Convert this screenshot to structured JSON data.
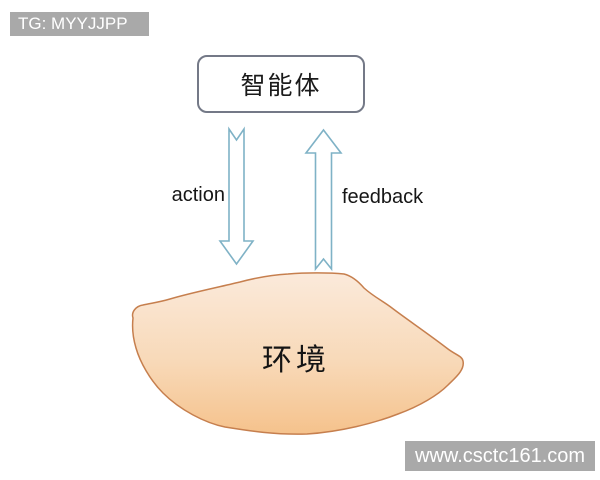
{
  "watermarks": {
    "telegram_badge": "TG: MYYJJPP",
    "site_badge": "www.csctc161.com"
  },
  "diagram": {
    "agent_box": {
      "label": "智能体"
    },
    "arrows": [
      {
        "name": "action-arrow",
        "direction": "down",
        "label": "action"
      },
      {
        "name": "feedback-arrow",
        "direction": "up",
        "label": "feedback"
      }
    ],
    "environment": {
      "label": "环境"
    }
  },
  "colors": {
    "arrow_stroke": "#7fb2c6",
    "agent_box_border": "#747987",
    "environment_stroke": "#c67f4e",
    "environment_fill_top": "#fbeadb",
    "environment_fill_bottom": "#f5c28c",
    "badge_background": "#a9a9a9",
    "badge_text": "#ffffff",
    "label_text": "#161616"
  }
}
